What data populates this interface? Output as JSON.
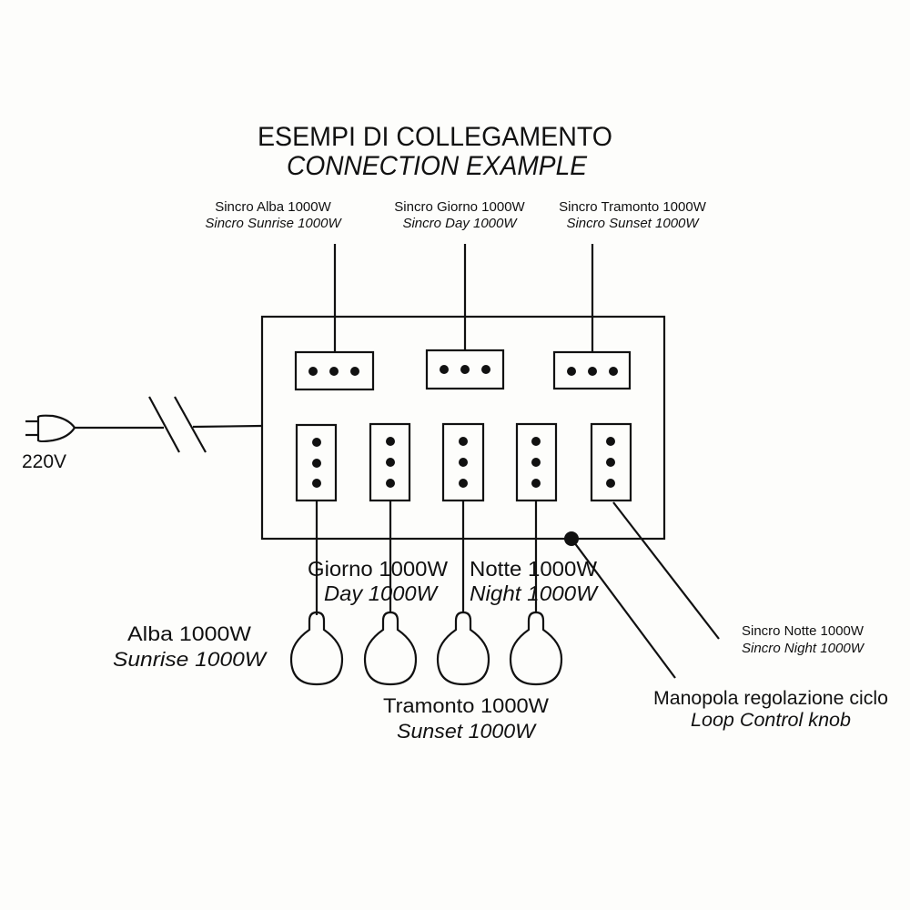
{
  "title": {
    "it": "ESEMPI DI COLLEGAMENTO",
    "en": "CONNECTION EXAMPLE"
  },
  "plug": {
    "label": "220V"
  },
  "sync_outputs": [
    {
      "it": "Sincro Alba 1000W",
      "en": "Sincro Sunrise 1000W"
    },
    {
      "it": "Sincro Giorno 1000W",
      "en": "Sincro Day 1000W"
    },
    {
      "it": "Sincro Tramonto 1000W",
      "en": "Sincro Sunset 1000W"
    }
  ],
  "lamps": {
    "alba": {
      "it": "Alba 1000W",
      "en": "Sunrise 1000W"
    },
    "giorno": {
      "it": "Giorno 1000W",
      "en": "Day 1000W"
    },
    "tramonto": {
      "it": "Tramonto 1000W",
      "en": "Sunset 1000W"
    },
    "notte": {
      "it": "Notte 1000W",
      "en": "Night 1000W"
    }
  },
  "sync_night": {
    "it": "Sincro Notte 1000W",
    "en": "Sincro Night 1000W"
  },
  "knob": {
    "it": "Manopola regolazione ciclo",
    "en": "Loop Control knob"
  }
}
